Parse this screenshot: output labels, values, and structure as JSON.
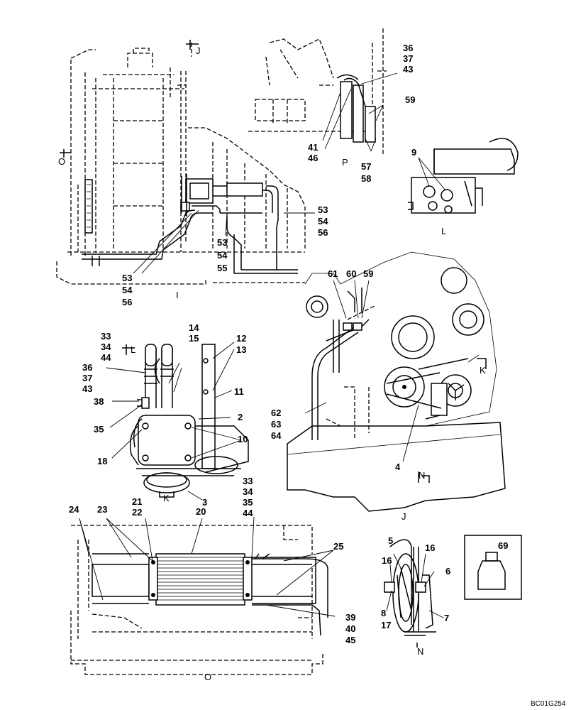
{
  "drawing_code": "BC01G254",
  "views": {
    "I": "I",
    "J": "J",
    "K": "K",
    "L": "L",
    "N": "N",
    "O": "O",
    "P": "P",
    "J_ref": "J",
    "O_ref": "O",
    "L_ref": "L",
    "K_ref": "K",
    "N_ref": "N"
  },
  "callouts": {
    "c2": "2",
    "c3": "3",
    "c4": "4",
    "c5": "5",
    "c6": "6",
    "c7": "7",
    "c8": "8",
    "c9": "9",
    "c10": "10",
    "c11": "11",
    "c12": "12",
    "c13": "13",
    "c14": "14",
    "c15": "15",
    "c16a": "16",
    "c16b": "16",
    "c17": "17",
    "c18": "18",
    "c20": "20",
    "c21": "21",
    "c22": "22",
    "c23": "23",
    "c24": "24",
    "c25": "25",
    "c33a": "33",
    "c34a": "34",
    "c44a": "44",
    "c33b": "33",
    "c34b": "34",
    "c35b": "35",
    "c44b": "44",
    "c35": "35",
    "c36a": "36",
    "c37a": "37",
    "c43a": "43",
    "c36b": "36",
    "c37b": "37",
    "c43b": "43",
    "c38": "38",
    "c39": "39",
    "c40": "40",
    "c45": "45",
    "c41": "41",
    "c46": "46",
    "c53a": "53",
    "c54a": "54",
    "c56a": "56",
    "c53b": "53",
    "c54b": "54",
    "c55b": "55",
    "c53c": "53",
    "c54c": "54",
    "c56c": "56",
    "c57": "57",
    "c58": "58",
    "c59a": "59",
    "c59b": "59",
    "c60": "60",
    "c61": "61",
    "c62": "62",
    "c63": "63",
    "c64": "64",
    "c69": "69"
  }
}
